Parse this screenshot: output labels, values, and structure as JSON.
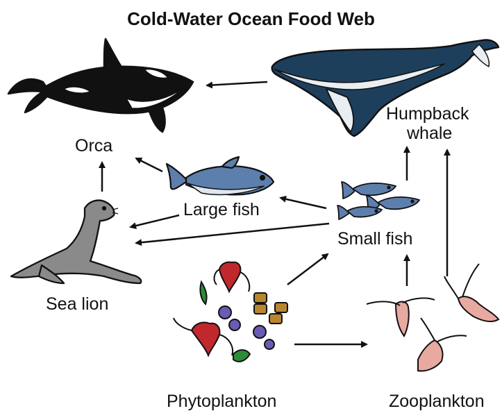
{
  "title": "Cold-Water Ocean Food Web",
  "nodes": {
    "orca": "Orca",
    "humpback_line1": "Humpback",
    "humpback_line2": "whale",
    "large_fish": "Large fish",
    "small_fish": "Small fish",
    "sea_lion": "Sea lion",
    "phytoplankton": "Phytoplankton",
    "zooplankton": "Zooplankton"
  },
  "edges": [
    {
      "from": "Humpback whale",
      "to": "Orca"
    },
    {
      "from": "Large fish",
      "to": "Orca"
    },
    {
      "from": "Sea lion",
      "to": "Orca"
    },
    {
      "from": "Small fish",
      "to": "Large fish"
    },
    {
      "from": "Large fish",
      "to": "Sea lion"
    },
    {
      "from": "Small fish",
      "to": "Sea lion"
    },
    {
      "from": "Small fish",
      "to": "Humpback whale"
    },
    {
      "from": "Zooplankton",
      "to": "Humpback whale"
    },
    {
      "from": "Phytoplankton",
      "to": "Small fish"
    },
    {
      "from": "Zooplankton",
      "to": "Small fish"
    },
    {
      "from": "Phytoplankton",
      "to": "Zooplankton"
    }
  ],
  "colors": {
    "ink": "#111111",
    "orca_white": "#ffffff",
    "whale_body": "#1e3f5c",
    "fish_blue": "#5d7fae",
    "sea_lion": "#8a8a8a",
    "diatom_red": "#c0282d",
    "diatom_green": "#2e8b3a",
    "cell_purple": "#6b5bb5",
    "cell_gold": "#b8862f",
    "zoo_pink": "#e8a9a0"
  }
}
